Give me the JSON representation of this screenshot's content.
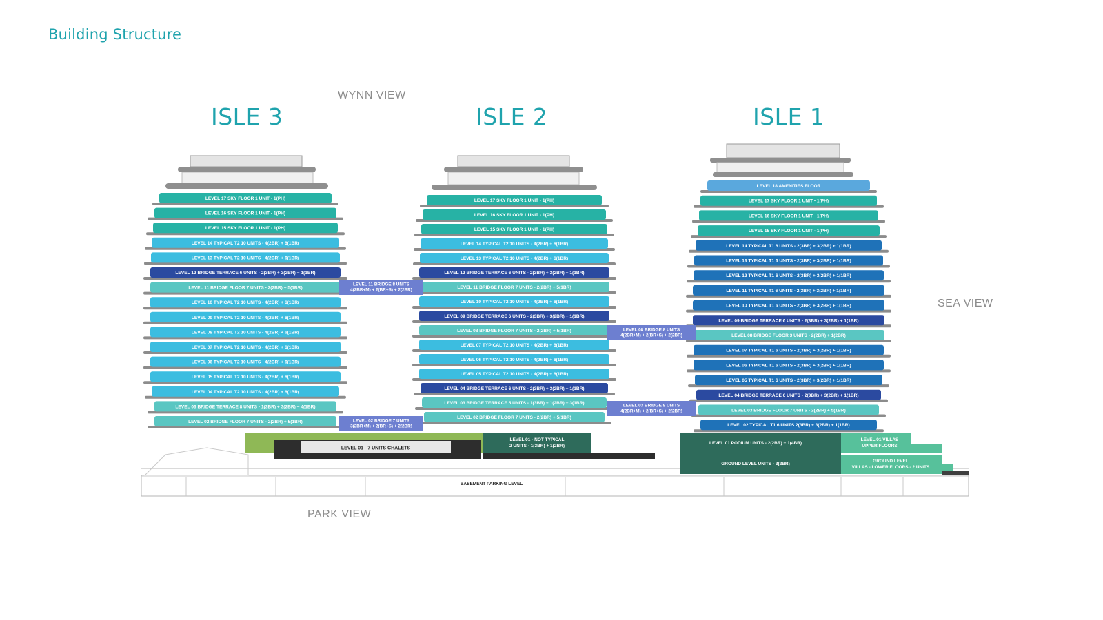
{
  "page": {
    "title": "Building Structure"
  },
  "views": {
    "wynn": "WYNN VIEW",
    "sea": "SEA VIEW",
    "park": "PARK VIEW"
  },
  "colors": {
    "teal": "#27b2a5",
    "cyan": "#3cbde0",
    "navy": "#2b4aa0",
    "light_teal": "#5ac6c2",
    "light_blue": "#5aa8dd",
    "blue": "#1f72b8",
    "periwinkle": "#6d7fd0",
    "dark_green": "#2e6b5b",
    "olive": "#8fb856",
    "mint": "#57c19b"
  },
  "isles": [
    {
      "name": "ISLE 3",
      "levels": [
        {
          "label": "LEVEL 17 SKY FLOOR 1 UNIT - 1(PH)",
          "color": "teal"
        },
        {
          "label": "LEVEL 16 SKY FLOOR 1 UNIT - 1(PH)",
          "color": "teal"
        },
        {
          "label": "LEVEL 15 SKY FLOOR 1 UNIT - 1(PH)",
          "color": "teal"
        },
        {
          "label": "LEVEL 14 TYPICAL T2 10 UNITS - 4(2BR) + 6(1BR)",
          "color": "cyan"
        },
        {
          "label": "LEVEL 13 TYPICAL T2 10 UNITS - 4(2BR) + 6(1BR)",
          "color": "cyan"
        },
        {
          "label": "LEVEL 12 BRIDGE TERRACE 6 UNITS - 2(3BR) + 3(2BR) + 1(1BR)",
          "color": "navy"
        },
        {
          "label": "LEVEL 11 BRIDGE FLOOR 7 UNITS - 2(2BR) + 5(1BR)",
          "color": "light_teal"
        },
        {
          "label": "LEVEL 10 TYPICAL T2 10 UNITS - 4(2BR) + 6(1BR)",
          "color": "cyan"
        },
        {
          "label": "LEVEL 09 TYPICAL T2 10 UNITS - 4(2BR) + 6(1BR)",
          "color": "cyan"
        },
        {
          "label": "LEVEL 08 TYPICAL T2 10 UNITS - 4(2BR) + 6(1BR)",
          "color": "cyan"
        },
        {
          "label": "LEVEL 07 TYPICAL T2 10 UNITS - 4(2BR) + 6(1BR)",
          "color": "cyan"
        },
        {
          "label": "LEVEL 06 TYPICAL T2 10 UNITS - 4(2BR) + 6(1BR)",
          "color": "cyan"
        },
        {
          "label": "LEVEL 05 TYPICAL T2 10 UNITS - 4(2BR) + 6(1BR)",
          "color": "cyan"
        },
        {
          "label": "LEVEL 04 TYPICAL T2 10 UNITS - 4(2BR) + 6(1BR)",
          "color": "cyan"
        },
        {
          "label": "LEVEL 03 BRIDGE TERRACE 8 UNITS - 1(3BR) + 3(2BR) + 4(1BR)",
          "color": "light_teal"
        },
        {
          "label": "LEVEL 02 BRIDGE FLOOR 7 UNITS - 2(2BR) + 5(1BR)",
          "color": "light_teal"
        }
      ]
    },
    {
      "name": "ISLE 2",
      "levels": [
        {
          "label": "LEVEL 17 SKY FLOOR 1 UNIT - 1(PH)",
          "color": "teal"
        },
        {
          "label": "LEVEL 16 SKY FLOOR 1 UNIT - 1(PH)",
          "color": "teal"
        },
        {
          "label": "LEVEL 15 SKY FLOOR 1 UNIT - 1(PH)",
          "color": "teal"
        },
        {
          "label": "LEVEL 14 TYPICAL T2 10 UNITS - 4(2BR) + 6(1BR)",
          "color": "cyan"
        },
        {
          "label": "LEVEL 13 TYPICAL T2 10 UNITS - 4(2BR) + 6(1BR)",
          "color": "cyan"
        },
        {
          "label": "LEVEL 12 BRIDGE TERRACE 6 UNITS - 2(3BR) + 3(2BR) + 1(1BR)",
          "color": "navy"
        },
        {
          "label": "LEVEL 11 BRIDGE FLOOR 7 UNITS - 2(2BR) + 5(1BR)",
          "color": "light_teal"
        },
        {
          "label": "LEVEL 10 TYPICAL T2 10 UNITS - 4(2BR) + 6(1BR)",
          "color": "cyan"
        },
        {
          "label": "LEVEL 09 BRIDGE TERRACE 6 UNITS - 2(3BR) + 3(2BR) + 1(1BR)",
          "color": "navy"
        },
        {
          "label": "LEVEL 08 BRIDGE FLOOR 7 UNITS - 2(2BR) + 5(1BR)",
          "color": "light_teal"
        },
        {
          "label": "LEVEL 07 TYPICAL T2 10 UNITS - 4(2BR) + 6(1BR)",
          "color": "cyan"
        },
        {
          "label": "LEVEL 06 TYPICAL T2 10 UNITS - 4(2BR) + 6(1BR)",
          "color": "cyan"
        },
        {
          "label": "LEVEL 05 TYPICAL T2 10 UNITS - 4(2BR) + 6(1BR)",
          "color": "cyan"
        },
        {
          "label": "LEVEL 04 BRIDGE TERRACE 6 UNITS - 2(3BR) + 3(2BR) + 1(1BR)",
          "color": "navy"
        },
        {
          "label": "LEVEL 03 BRIDGE TERRACE 5 UNITS - 1(3BR) + 1(2BR) + 3(1BR)",
          "color": "light_teal"
        },
        {
          "label": "LEVEL 02 BRIDGE FLOOR 7 UNITS - 2(2BR) + 5(1BR)",
          "color": "light_teal"
        }
      ]
    },
    {
      "name": "ISLE 1",
      "levels": [
        {
          "label": "LEVEL 18 AMENITIES FLOOR",
          "color": "light_blue"
        },
        {
          "label": "LEVEL 17 SKY FLOOR 1 UNIT - 1(PH)",
          "color": "teal"
        },
        {
          "label": "LEVEL 16 SKY FLOOR 1 UNIT - 1(PH)",
          "color": "teal"
        },
        {
          "label": "LEVEL 15 SKY FLOOR 1 UNIT - 1(PH)",
          "color": "teal"
        },
        {
          "label": "LEVEL 14 TYPICAL T1 6 UNITS - 2(3BR) + 3(2BR) + 1(1BR)",
          "color": "blue"
        },
        {
          "label": "LEVEL 13 TYPICAL T1 6 UNITS - 2(3BR) + 3(2BR) + 1(1BR)",
          "color": "blue"
        },
        {
          "label": "LEVEL 12 TYPICAL T1 6 UNITS - 2(3BR) + 3(2BR) + 1(1BR)",
          "color": "blue"
        },
        {
          "label": "LEVEL 11 TYPICAL T1 6 UNITS - 2(3BR) + 3(2BR) + 1(1BR)",
          "color": "blue"
        },
        {
          "label": "LEVEL 10 TYPICAL T1 6 UNITS - 2(3BR) + 3(2BR) + 1(1BR)",
          "color": "blue"
        },
        {
          "label": "LEVEL 09 BRIDGE TERRACE 6 UNITS - 2(3BR) + 3(2BR) + 1(1BR)",
          "color": "navy"
        },
        {
          "label": "LEVEL 08 BRIDGE FLOOR 3 UNITS - 2(2BR) + 1(2BR)",
          "color": "light_teal"
        },
        {
          "label": "LEVEL 07 TYPICAL T1 6 UNITS - 2(3BR) + 3(2BR) + 1(1BR)",
          "color": "blue"
        },
        {
          "label": "LEVEL 06 TYPICAL T1 6 UNITS - 2(3BR) + 3(2BR) + 1(1BR)",
          "color": "blue"
        },
        {
          "label": "LEVEL 05 TYPICAL T1 6 UNITS - 2(3BR) + 3(2BR) + 1(1BR)",
          "color": "blue"
        },
        {
          "label": "LEVEL 04 BRIDGE TERRACE 6 UNITS - 2(3BR) + 3(2BR) + 1(1BR)",
          "color": "navy"
        },
        {
          "label": "LEVEL 03 BRIDGE FLOOR 7 UNITS - 2(2BR) + 5(1BR)",
          "color": "light_teal"
        },
        {
          "label": "LEVEL 02 TYPICAL T1 6 UNITS 2(3BR) + 3(2BR) + 1(1BR)",
          "color": "blue"
        }
      ]
    }
  ],
  "bridges": [
    {
      "lines": [
        "LEVEL 11 BRIDGE 8 UNITS",
        "4(2BR+M) + 2(BR+S) + 2(2BR)"
      ],
      "color": "periwinkle"
    },
    {
      "lines": [
        "LEVEL 02 BRIDGE 7 UNITS",
        "3(2BR+M) + 2(BR+S) + 2(2BR)"
      ],
      "color": "periwinkle"
    },
    {
      "lines": [
        "LEVEL 08 BRIDGE 8 UNITS",
        "4(2BR+M) + 2(BR+S) + 2(2BR)"
      ],
      "color": "periwinkle"
    },
    {
      "lines": [
        "LEVEL 03 BRIDGE 8 UNITS",
        "4(2BR+M) + 2(BR+S) + 2(2BR)"
      ],
      "color": "periwinkle"
    }
  ],
  "podium": {
    "chalets": "LEVEL 01 - 7 UNITS CHALETS",
    "isle2_l01": [
      "LEVEL 01 - NOT TYPICAL",
      "2 UNITS - 1(3BR) + 1(2BR)"
    ],
    "isle1_podium": "LEVEL 01 PODIUM UNITS - 2(2BR) + 1(4BR)",
    "isle1_ground": "GROUND LEVEL UNITS - 3(2BR)",
    "villas_upper": [
      "LEVEL 01 VILLAS",
      "UPPER FLOORS"
    ],
    "villas_lower": [
      "GROUND LEVEL",
      "VILLAS - LOWER FLOORS - 2 UNITS"
    ],
    "basement": "BASEMENT PARKING LEVEL"
  }
}
